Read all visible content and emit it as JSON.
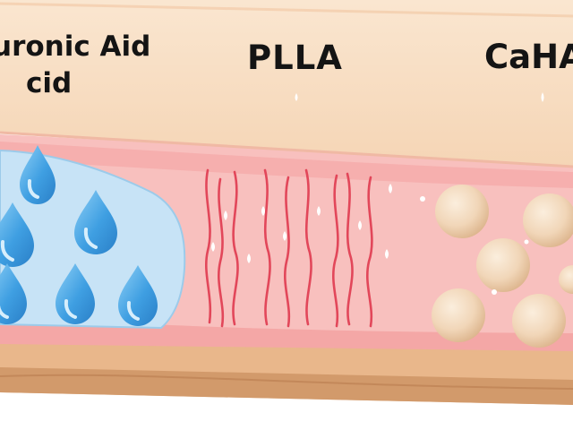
{
  "labels": {
    "hyaluronic_line1": "uronic Aid",
    "hyaluronic_line2": "cid",
    "plla": "PLLA",
    "caha": "CaHA"
  },
  "colors": {
    "epidermis": "#f7dcc0",
    "epidermis_edge": "#f2ceac",
    "dermis": "#f9c3c1",
    "dermis_light": "#fbd6d3",
    "dermis_band": "#f6a9aa",
    "subcutis": "#e8b489",
    "subcutis_dark": "#c98e60",
    "gel_pool": "#c6e2f6",
    "droplet": "#3f9fe2",
    "droplet_light": "#8ecdf4",
    "fiber": "#e2475a",
    "sphere": "#f4dcc2",
    "sphere_shade": "#e0bf9c",
    "label_text": "#141414"
  },
  "icons": {
    "droplets": "water-droplet-icon",
    "fibers": "collagen-fiber-icon",
    "spheres": "microsphere-icon"
  }
}
